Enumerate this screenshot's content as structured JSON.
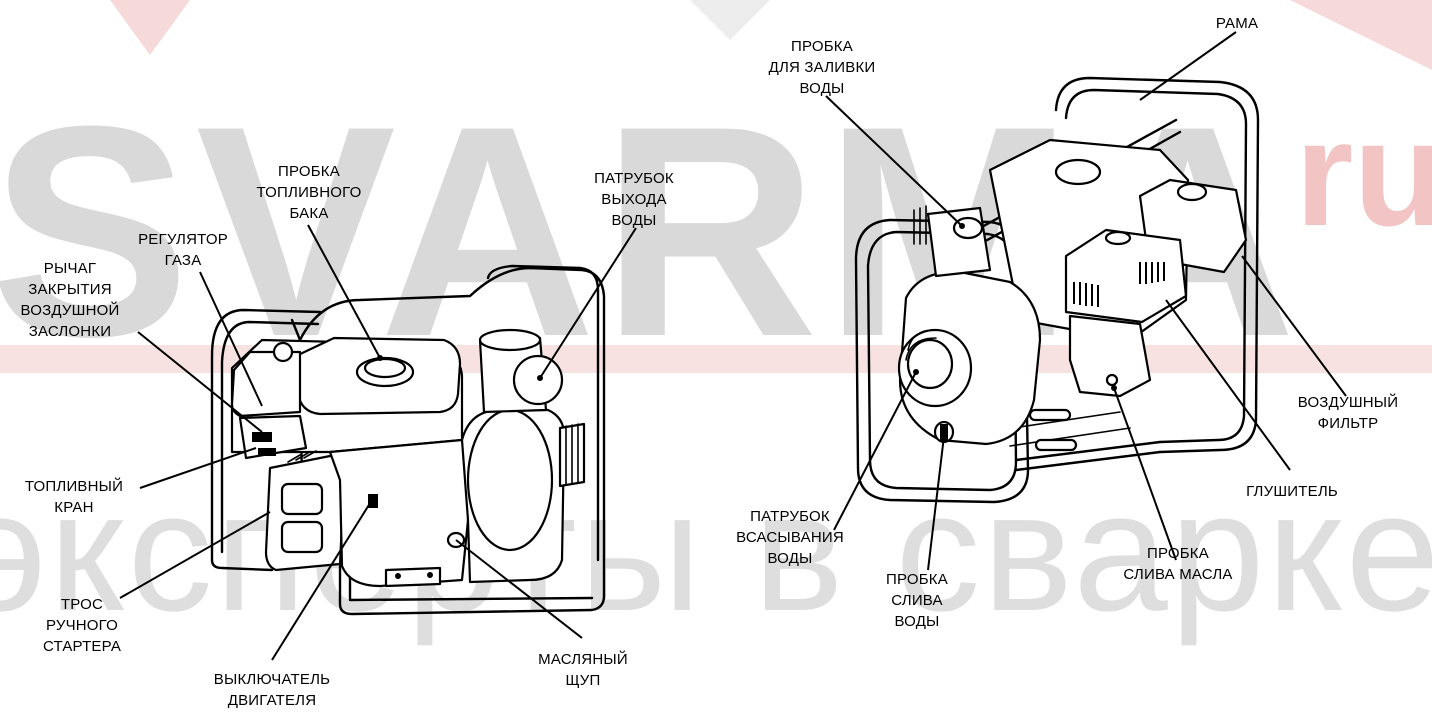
{
  "watermark": {
    "brand": "SVARMA",
    "suffix": "ru",
    "tagline": "эксперты в сварке",
    "color_gray": "#d7d7d7",
    "color_red": "#f4d3d3"
  },
  "labels": {
    "fuel_cap": [
      "ПРОБКА",
      "ТОПЛИВНОГО",
      "БАКА"
    ],
    "outlet": [
      "ПАТРУБОК",
      "ВЫХОДА",
      "ВОДЫ"
    ],
    "throttle": [
      "РЕГУЛЯТОР",
      "ГАЗА"
    ],
    "choke": [
      "РЫЧАГ",
      "ЗАКРЫТИЯ",
      "ВОЗДУШНОЙ",
      "ЗАСЛОНКИ"
    ],
    "fuel_valve": [
      "ТОПЛИВНЫЙ",
      "КРАН"
    ],
    "starter": [
      "ТРОС",
      "РУЧНОГО",
      "СТАРТЕРА"
    ],
    "engine_switch": [
      "ВЫКЛЮЧАТЕЛЬ",
      "ДВИГАТЕЛЯ"
    ],
    "dipstick": [
      "МАСЛЯНЫЙ",
      "ЩУП"
    ],
    "fill_plug": [
      "ПРОБКА",
      "ДЛЯ ЗАЛИВКИ",
      "ВОДЫ"
    ],
    "frame": [
      "РАМА"
    ],
    "air_filter": [
      "ВОЗДУШНЫЙ",
      "ФИЛЬТР"
    ],
    "muffler": [
      "ГЛУШИТЕЛЬ"
    ],
    "oil_drain": [
      "ПРОБКА",
      "СЛИВА МАСЛА"
    ],
    "inlet": [
      "ПАТРУБОК",
      "ВСАСЫВАНИЯ",
      "ВОДЫ"
    ],
    "water_drain": [
      "ПРОБКА",
      "СЛИВА",
      "ВОДЫ"
    ]
  }
}
